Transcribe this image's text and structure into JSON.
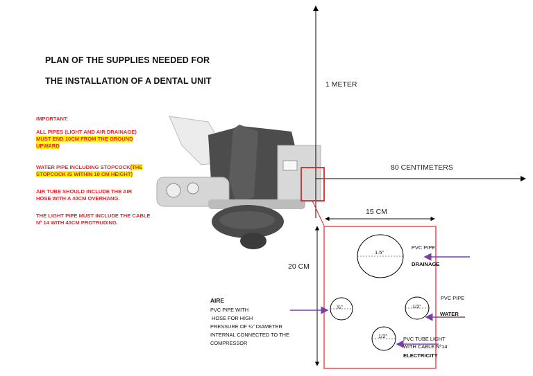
{
  "title": {
    "line1": "PLAN OF THE SUPPLIES NEEDED FOR",
    "line2": "THE INSTALLATION OF A DENTAL UNIT"
  },
  "important": {
    "heading": "IMPORTANT:",
    "note1_a": "ALL PIPES (LIGHT AND AIR DRAINAGE)",
    "note1_b": "MUST END 10CM FROM THE GROUND UPWARD",
    "note2_a": "WATER PIPE INCLUDING STOPCOCK",
    "note2_b": "(THE STOPCOCK IS WITHIN 10 CM HEIGHT)",
    "note3": "AIR TUBE SHOULD INCLUDE THE AIR HOSE WITH A 40CM OVERHANG.",
    "note4": "THE LIGHT PIPE MUST INCLUDE THE CABLE Nº 14 WITH 40CM PROTRUDING."
  },
  "dimensions": {
    "vertical_axis": "1 METER",
    "horizontal_axis": "80 CENTIMETERS",
    "box_width": "15 CM",
    "box_height": "20 CM"
  },
  "pipes": {
    "drainage": {
      "size": "1.5”",
      "type": "PVC PIPE",
      "name": "DRAINAGE"
    },
    "air": {
      "size": "¾”",
      "name": "AIRE",
      "line1": "PVC PIPE WITH",
      "line2": " HOSE FOR HIGH",
      "line3": "PRESSURE OF ¼” DIAMETER",
      "line4": "INTERNAL CONNECTED TO THE",
      "line5": "COMPRESSOR"
    },
    "water": {
      "size": "1/2”",
      "type": "PVC PIPE",
      "name": "WATER"
    },
    "electricity": {
      "size": "1/2”",
      "line1": "PVC TUBE LIGHT",
      "line2": "WITH CABLE Nº14",
      "name": "ELECTRICITY"
    }
  },
  "colors": {
    "red": "#e8262b",
    "highlight": "#fff200",
    "arrow": "#7a3fa0",
    "box": "#d9262b"
  }
}
